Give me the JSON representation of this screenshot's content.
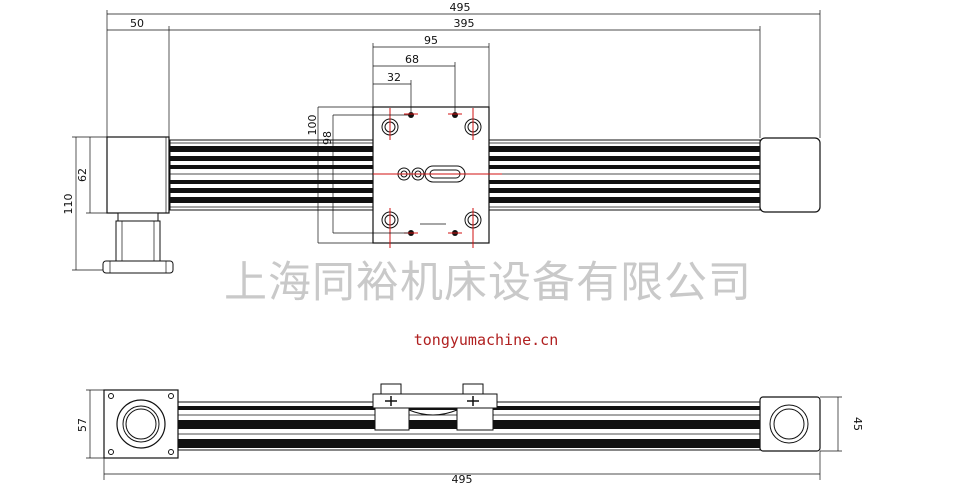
{
  "dimensions": {
    "overall_length": "495",
    "rail_length": "395",
    "end_cap_width": "50",
    "slider_width": "95",
    "hole_spacing_68": "68",
    "hole_offset_32": "32",
    "slider_height": "100",
    "hole_vertical_98": "98",
    "motor_height": "110",
    "end_cap_height": "62",
    "bottom_left_height": "57",
    "bottom_right_height": "45",
    "bottom_overall_length": "495"
  },
  "watermark": {
    "company_name": "上海同裕机床设备有限公司",
    "website": "tongyumachine.cn"
  },
  "colors": {
    "line": "#111111",
    "centerline": "#d01010",
    "rail_groove": "#111111",
    "watermark_text": "#c9c9c9",
    "website_text": "#b02020"
  }
}
